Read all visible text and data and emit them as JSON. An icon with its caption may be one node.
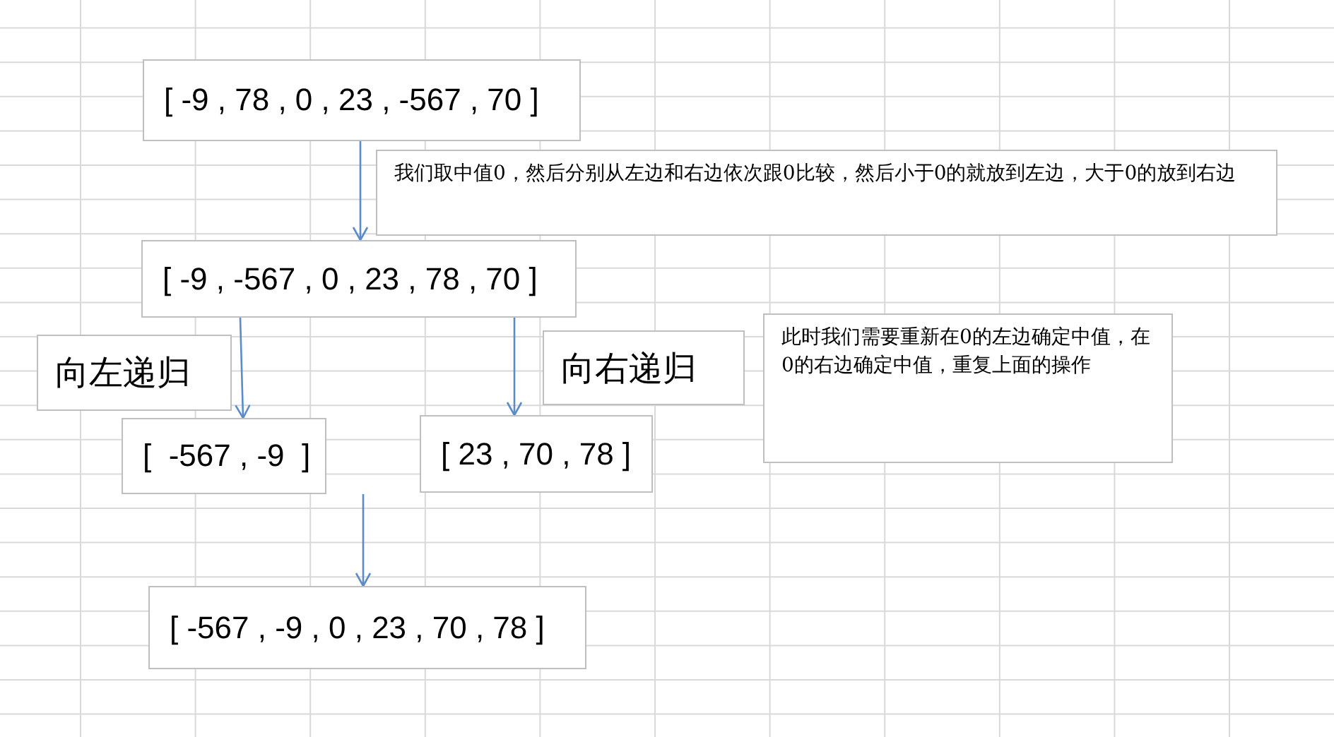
{
  "diagram": {
    "nodes": [
      {
        "text": [
          "[ -9 , 78 , 0 , 23 , -567 , 70 ]"
        ]
      },
      {
        "text": [
          "我们取中值0，然后分别从左边和右边依次跟0比较，然后小于0的就放到左边，大于0的放到右边"
        ]
      },
      {
        "text": [
          "[ -9 , -567 , 0 , 23 , 78 , 70 ]"
        ]
      },
      {
        "text": [
          "向左递归"
        ]
      },
      {
        "text": [
          "向右递归"
        ]
      },
      {
        "text": [
          "此时我们需要重新在0的左边确定中值，在0的右边确定中值，重复上面的操作"
        ]
      },
      {
        "text": [
          "[  -567 , -9  ]"
        ]
      },
      {
        "text": [
          "[ 23 , 70 , 78 ]"
        ]
      },
      {
        "text": [
          "[ -567 , -9 , 0 , 23 , 70 , 78 ]"
        ]
      }
    ],
    "edges": [
      {
        "from": 0,
        "to": 2,
        "arrow": "to"
      },
      {
        "from": 2,
        "to": 6,
        "arrow": "to"
      },
      {
        "from": 2,
        "to": 7,
        "arrow": "to"
      },
      {
        "from": null,
        "to": 8,
        "arrow": "to"
      }
    ]
  }
}
